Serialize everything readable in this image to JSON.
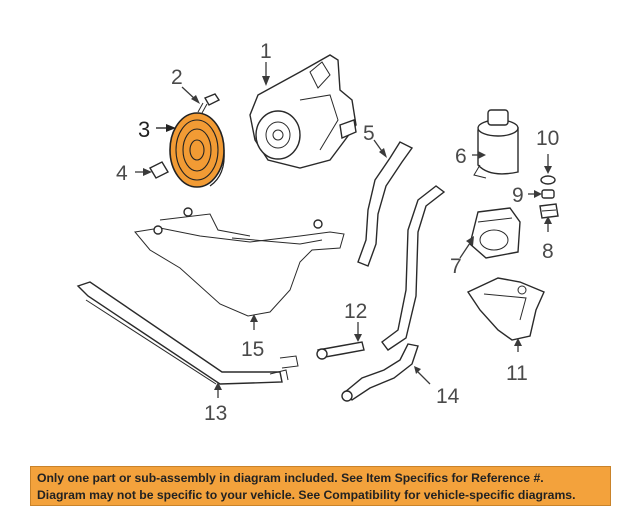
{
  "callouts": {
    "c1": "1",
    "c2": "2",
    "c3": "3",
    "c4": "4",
    "c5": "5",
    "c6": "6",
    "c7": "7",
    "c8": "8",
    "c9": "9",
    "c10": "10",
    "c11": "11",
    "c12": "12",
    "c13": "13",
    "c14": "14",
    "c15": "15"
  },
  "notice": {
    "line1": "Only one part or sub-assembly in diagram included. See Item Specifics for Reference #.",
    "line2": "Diagram may not be specific to your vehicle. See Compatibility for vehicle-specific diagrams."
  },
  "colors": {
    "highlight_part": "#f29b34",
    "banner_bg": "#f3a23c"
  }
}
